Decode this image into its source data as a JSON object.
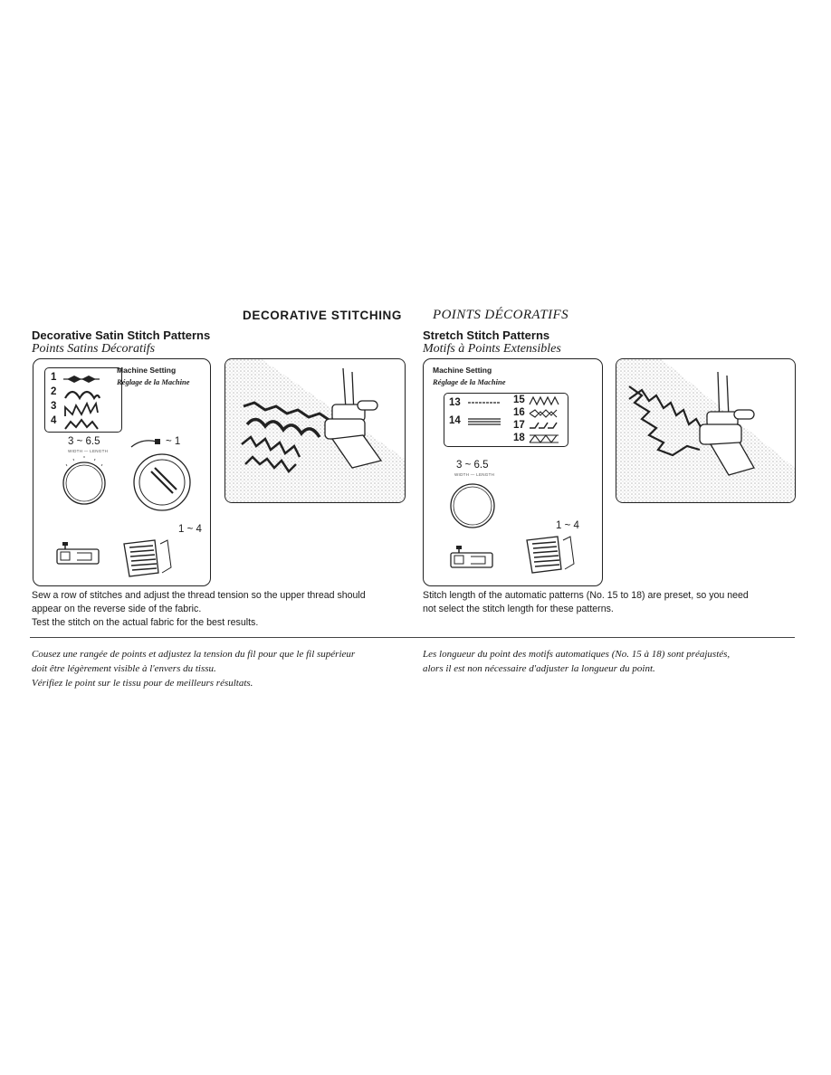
{
  "header": {
    "title_en": "DECORATIVE STITCHING",
    "title_fr": "POINTS DÉCORATIFS"
  },
  "left": {
    "title_en": "Decorative Satin Stitch Patterns",
    "title_fr": "Points Satins Décoratifs",
    "setting_en": "Machine Setting",
    "setting_fr": "Réglage de la Machine",
    "patterns": [
      "1",
      "2",
      "3",
      "4"
    ],
    "width_value": "3 ~ 6.5",
    "dial_caption": "WIDTH — LENGTH",
    "tension_value": "~ 1",
    "length_value": "1 ~ 4",
    "body_en": [
      "Sew a row of stitches and adjust the thread tension so the upper thread should",
      "appear on the reverse side of the fabric.",
      "Test the stitch on the actual fabric for the best results."
    ],
    "body_fr": [
      "Cousez une rangée de points et adjustez la tension du fil pour que le fil supérieur",
      "doit être légèrement visible à l'envers du tissu.",
      "Vérifiez le point sur le tissu pour de meilleurs résultats."
    ]
  },
  "right": {
    "title_en": "Stretch Stitch Patterns",
    "title_fr": "Motifs à Points Extensibles",
    "setting_en": "Machine Setting",
    "setting_fr": "Réglage de la Machine",
    "patterns_left": [
      "13",
      "14"
    ],
    "patterns_right": [
      "15",
      "16",
      "17",
      "18"
    ],
    "width_value": "3 ~ 6.5",
    "dial_caption": "WIDTH — LENGTH",
    "length_value": "1 ~ 4",
    "body_en": [
      "Stitch length of the automatic patterns (No. 15 to 18) are preset, so you need",
      "not select the stitch length for these patterns."
    ],
    "body_fr": [
      "Les  longueur du point des motifs automatiques (No. 15 à 18) sont préajustés,",
      "alors il est non nécessaire d'adjuster la longueur du point."
    ]
  }
}
